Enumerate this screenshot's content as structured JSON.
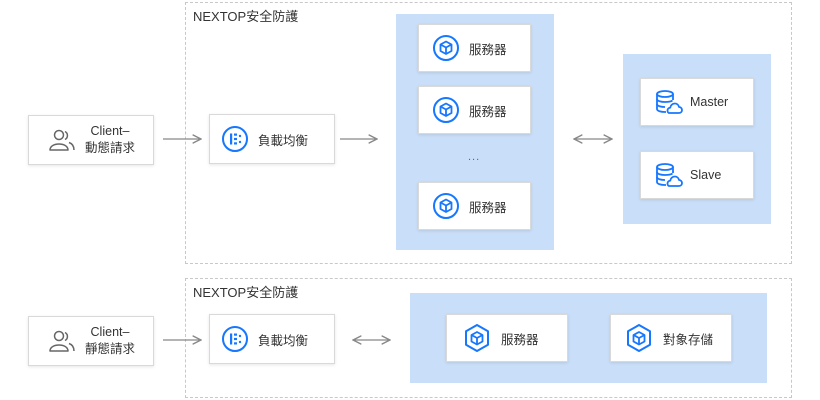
{
  "colors": {
    "accent": "#1677ff",
    "panel": "#c9def8",
    "zone_border": "#c8c8c8",
    "arrow": "#888888"
  },
  "top": {
    "zone_title": "NEXTOP安全防護",
    "client": {
      "line1": "Client–",
      "line2": "動態請求",
      "icon": "users-icon"
    },
    "load_balancer": {
      "label": "負載均衡",
      "icon": "load-balancer-icon"
    },
    "servers": [
      {
        "label": "服務器",
        "icon": "server-cube-icon"
      },
      {
        "label": "服務器",
        "icon": "server-cube-icon"
      },
      {
        "label": "服務器",
        "icon": "server-cube-icon"
      }
    ],
    "ellipsis": "...",
    "databases": [
      {
        "label": "Master",
        "icon": "database-cloud-icon"
      },
      {
        "label": "Slave",
        "icon": "database-cloud-icon"
      }
    ]
  },
  "bottom": {
    "zone_title": "NEXTOP安全防護",
    "client": {
      "line1": "Client–",
      "line2": "靜態請求",
      "icon": "users-icon"
    },
    "load_balancer": {
      "label": "負載均衡",
      "icon": "load-balancer-icon"
    },
    "server": {
      "label": "服務器",
      "icon": "hex-cube-icon"
    },
    "object_storage": {
      "label": "對象存儲",
      "icon": "hex-cube-icon"
    }
  }
}
